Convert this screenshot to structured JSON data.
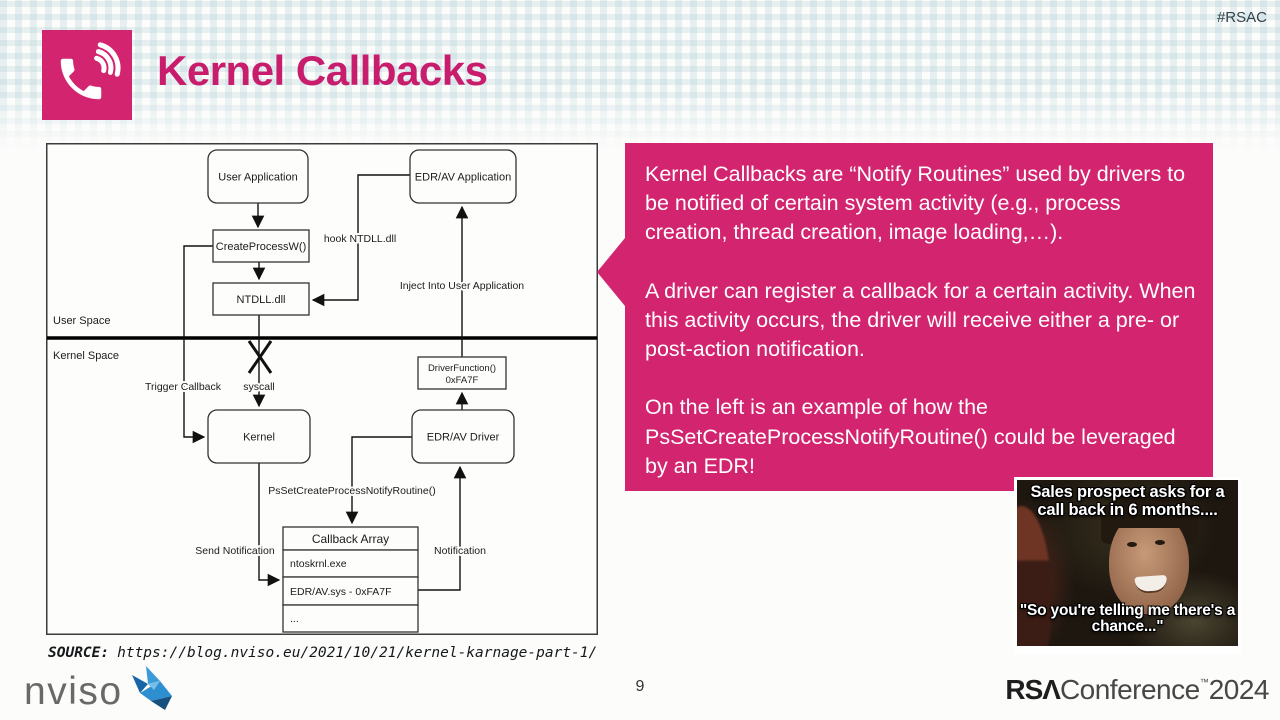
{
  "slide": {
    "hashtag": "#RSAC",
    "title": "Kernel Callbacks",
    "page_number": "9"
  },
  "colors": {
    "accent_pink": "#d2246f",
    "diagram_line": "#1c1c1c",
    "nviso_gray": "#696969",
    "nviso_blue": "#2e8fd0"
  },
  "icons": {
    "title_icon": "ringing-phone-icon",
    "nviso_logo_icon": "origami-bird-icon"
  },
  "callout": {
    "paragraphs": [
      "Kernel Callbacks are “Notify Routines” used by drivers to be notified of certain system activity (e.g., process creation, thread creation, image loading,…).",
      "A driver can register a callback for a certain activity. When this activity occurs, the driver will receive either a pre- or post-action notification.",
      "On the left is an example of how the PsSetCreateProcessNotifyRoutine() could be leveraged by an EDR!"
    ]
  },
  "diagram": {
    "nodes": {
      "user_application": "User Application",
      "edr_av_application": "EDR/AV Application",
      "create_process": "CreateProcessW()",
      "ntdll": "NTDLL.dll",
      "kernel": "Kernel",
      "driver_function_line1": "DriverFunction()",
      "driver_function_line2": "0xFA7F",
      "edr_av_driver": "EDR/AV Driver"
    },
    "labels": {
      "user_space": "User Space",
      "kernel_space": "Kernel Space",
      "hook": "hook NTDLL.dll",
      "inject": "Inject Into User Application",
      "trigger_callback": "Trigger Callback",
      "syscall": "syscall",
      "psset": "PsSetCreateProcessNotifyRoutine()",
      "send_notification": "Send Notification",
      "notification": "Notification"
    },
    "callback_array": {
      "header": "Callback Array",
      "rows": [
        "ntoskrnl.exe",
        "EDR/AV.sys - 0xFA7F",
        "..."
      ]
    }
  },
  "meme": {
    "top_text": "Sales prospect asks for a call back in 6 months....",
    "bottom_text": "\"So you're telling me there's a chance...\""
  },
  "source": {
    "label": "SOURCE:",
    "url": "https://blog.nviso.eu/2021/10/21/kernel-karnage-part-1/"
  },
  "footer": {
    "nviso_wordmark": "nviso",
    "rsa_bold": "RSΛ",
    "rsa_conference": "Conference",
    "rsa_tm": "™",
    "rsa_year": "2024"
  }
}
